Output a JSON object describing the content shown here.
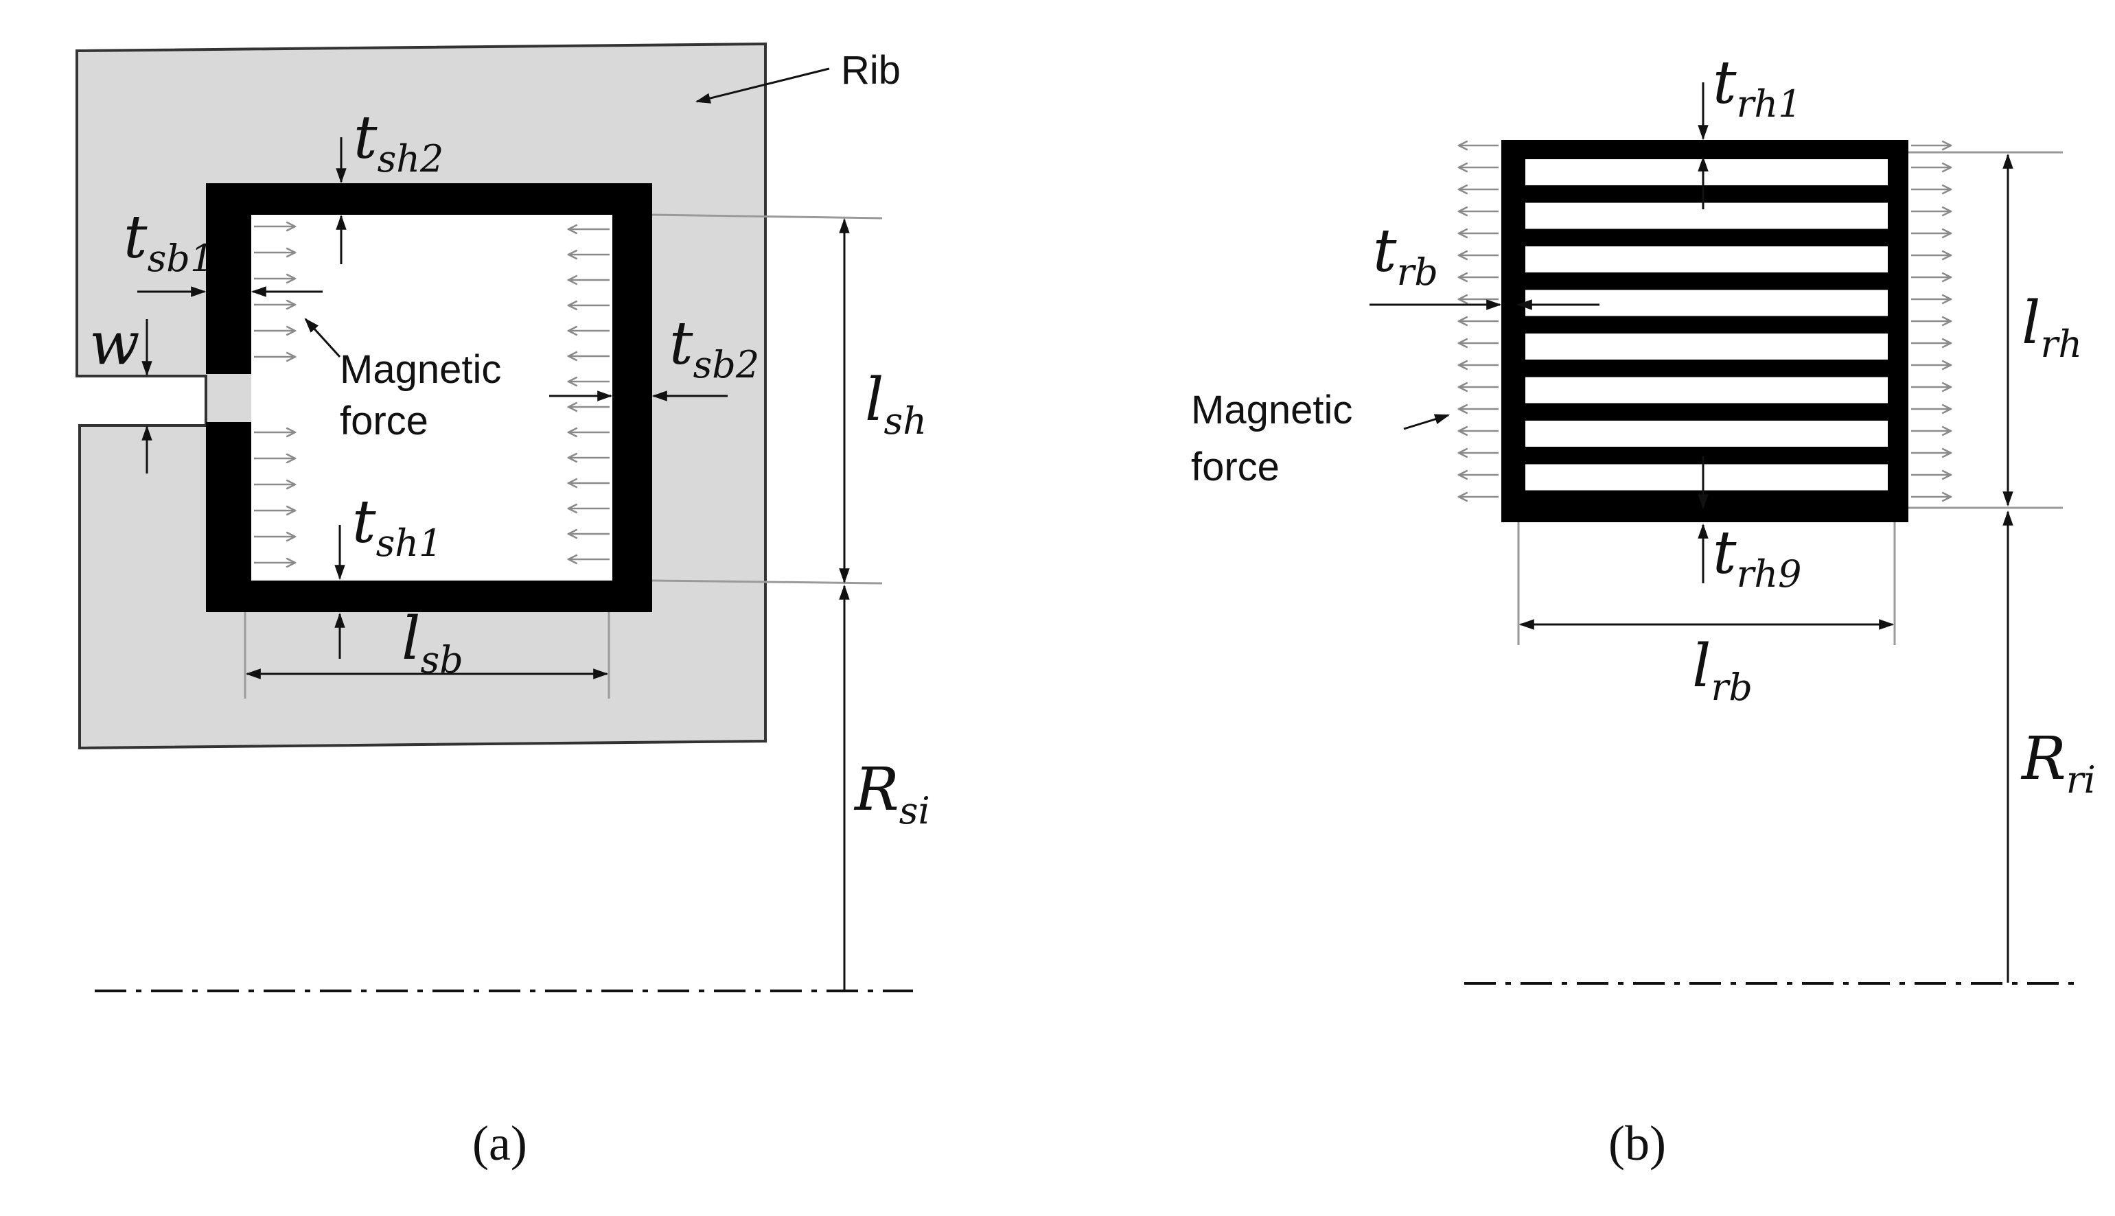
{
  "panel_a": {
    "caption": "(a)",
    "rib_label": "Rib",
    "magnetic_force_label": [
      "Magnetic",
      "force"
    ],
    "dims": {
      "t_sh2": {
        "main": "t",
        "sub": "sh2"
      },
      "t_sb1": {
        "main": "t",
        "sub": "sb1"
      },
      "w": {
        "main": "w",
        "sub": ""
      },
      "t_sb2": {
        "main": "t",
        "sub": "sb2"
      },
      "l_sh": {
        "main": "l",
        "sub": "sh"
      },
      "t_sh1": {
        "main": "t",
        "sub": "sh1"
      },
      "l_sb": {
        "main": "l",
        "sub": "sb"
      },
      "R_si": {
        "main": "R",
        "sub": "si"
      }
    }
  },
  "panel_b": {
    "caption": "(b)",
    "magnetic_force_label": [
      "Magnetic",
      "force"
    ],
    "dims": {
      "t_rh1": {
        "main": "t",
        "sub": "rh1"
      },
      "t_rb": {
        "main": "t",
        "sub": "rb"
      },
      "l_rh": {
        "main": "l",
        "sub": "rh"
      },
      "t_rh9": {
        "main": "t",
        "sub": "rh9"
      },
      "l_rb": {
        "main": "l",
        "sub": "rb"
      },
      "R_ri": {
        "main": "R",
        "sub": "ri"
      }
    }
  },
  "colors": {
    "rib_fill": "#d9d9d9",
    "conductor": "#000000",
    "force_arrows": "#8a8a8a"
  }
}
